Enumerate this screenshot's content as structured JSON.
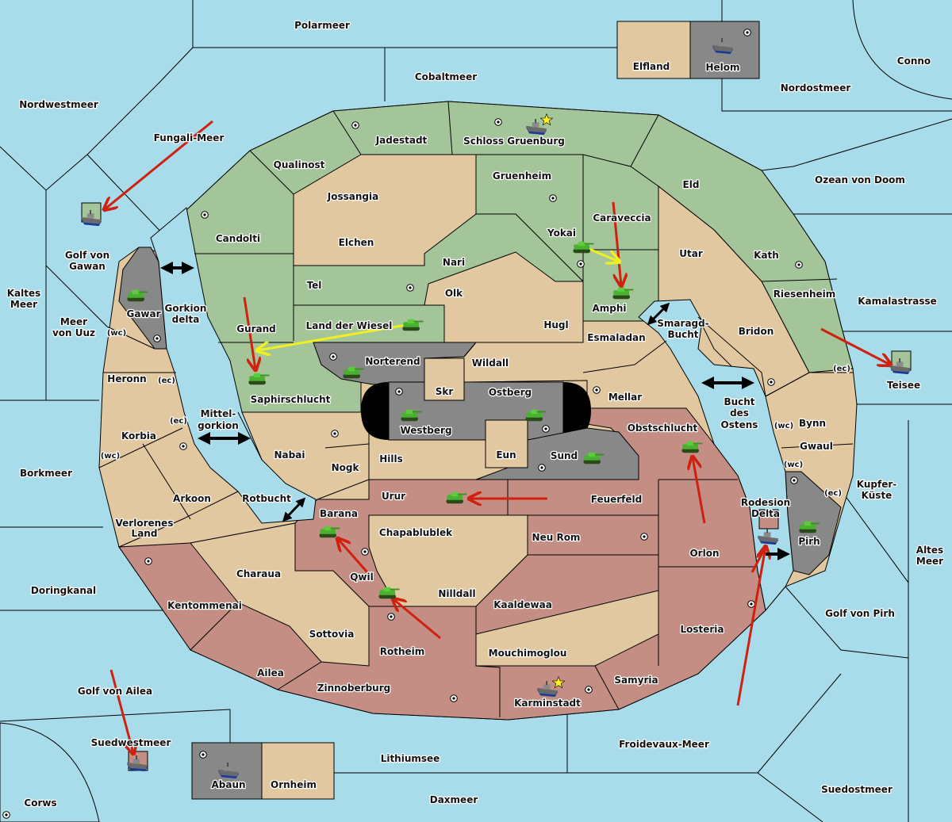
{
  "colors": {
    "sea": "#a8dcea",
    "neutral": "#e2c8a0",
    "green_power": "#a4c49a",
    "red_power": "#c48e84",
    "gray_power": "#888888",
    "order": "#d02010",
    "support": "#f0f020"
  },
  "seas": [
    "Polarmeer",
    "Cobaltmeer",
    "Elfland",
    "Helom",
    "Conno",
    "Nordostmeer",
    "Nordwestmeer",
    "Fungali-Meer",
    "Ozean von Doom",
    "Golf von",
    "Gawan",
    "Kaltes",
    "Meer",
    "Meer",
    "von Uuz",
    "Gorkion",
    "delta",
    "Kamalastrasse",
    "Smaragd-",
    "Bucht",
    "Teisee",
    "Bucht",
    "des",
    "Ostens",
    "Mittel-",
    "gorkion",
    "Borkmeer",
    "Kupfer-",
    "Küste",
    "Rodesion",
    "Delta",
    "Altes",
    "Meer",
    "Doringkanal",
    "Golf von Pirh",
    "Golf von Ailea",
    "Suedwestmeer",
    "Froidevaux-Meer",
    "Lithiumsee",
    "Abaun",
    "Ornheim",
    "Corws",
    "Daxmeer",
    "Suedostmeer",
    "Rotbucht"
  ],
  "lands": [
    "Jadestadt",
    "Schloss Gruenburg",
    "Qualinost",
    "Gruenheim",
    "Eld",
    "Jossangia",
    "Caraveccia",
    "Yokai",
    "Candolti",
    "Elchen",
    "Utar",
    "Kath",
    "Nari",
    "Tel",
    "Olk",
    "Riesenheim",
    "Amphi",
    "Gawar",
    "Hugl",
    "Land der Wiesel",
    "Gurand",
    "Bridon",
    "Esmaladan",
    "Norterend",
    "Wildall",
    "Heronn",
    "Skr",
    "Ostberg",
    "Mellar",
    "Saphirschlucht",
    "Bynn",
    "Obstschlucht",
    "Westberg",
    "Korbia",
    "Gwaul",
    "Nabai",
    "Eun",
    "Sund",
    "Hills",
    "Nogk",
    "Urur",
    "Feuerfeld",
    "Arkoon",
    "Barana",
    "Verlorenes",
    "Land",
    "Chapablublek",
    "Neu Rom",
    "Pirh",
    "Orlon",
    "Charaua",
    "Qwil",
    "Nilldall",
    "Kaaldewaa",
    "Kentommenai",
    "Losteria",
    "Sottovia",
    "Rotheim",
    "Mouchimoglou",
    "Ailea",
    "Samyria",
    "Zinnoberburg",
    "Karminstadt"
  ],
  "coasts": [
    "(wc)",
    "(ec)",
    "(ec)",
    "(wc)",
    "(ec)",
    "(wc)",
    "(wc)",
    "(ec)"
  ],
  "icons": {
    "army": "tank-icon",
    "fleet": "ship-icon",
    "capital": "star-icon",
    "supply_center": "supply-center-icon"
  }
}
